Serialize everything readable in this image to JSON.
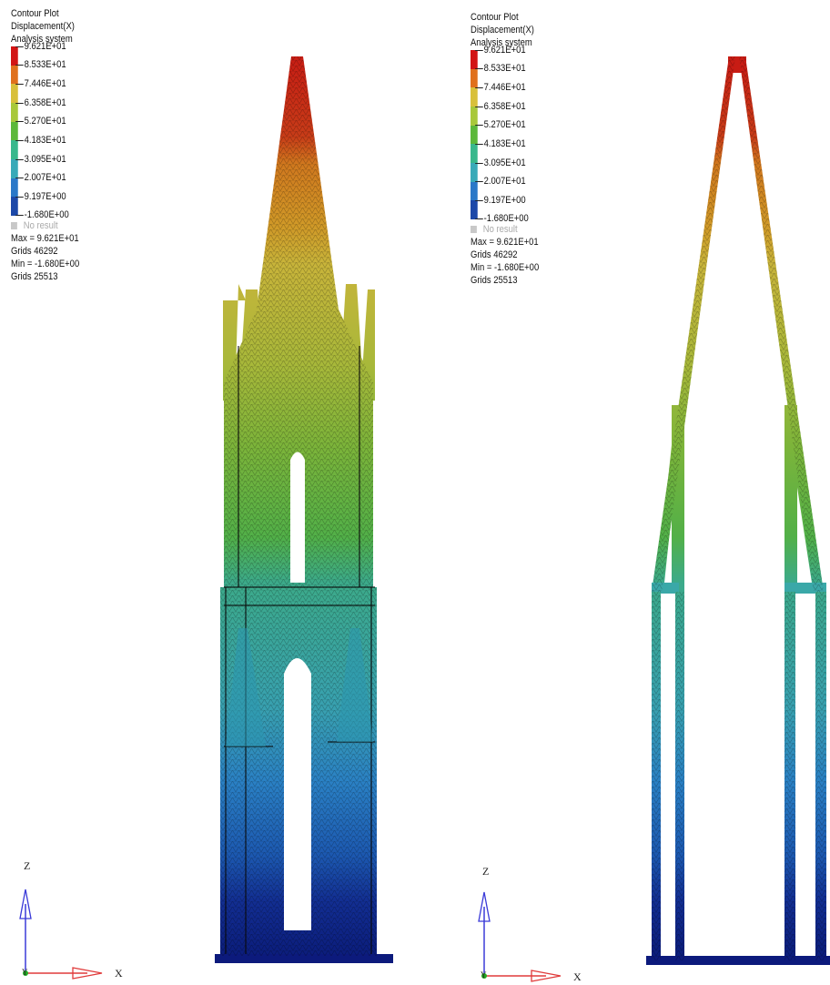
{
  "panels": [
    {
      "legend": {
        "title_lines": [
          "Contour Plot",
          "Displacement(X)",
          "Analysis system"
        ],
        "levels": [
          "9.621E+01",
          "8.533E+01",
          "7.446E+01",
          "6.358E+01",
          "5.270E+01",
          "4.183E+01",
          "3.095E+01",
          "2.007E+01",
          "9.197E+00",
          "-1.680E+00"
        ],
        "no_result": "No result",
        "max_line": "Max = 9.621E+01",
        "max_grid": "Grids 46292",
        "min_line": "Min = -1.680E+00",
        "min_grid": "Grids 25513"
      },
      "axis": {
        "z": "Z",
        "x": "X",
        "y": "Y"
      }
    },
    {
      "legend": {
        "title_lines": [
          "Contour Plot",
          "Displacement(X)",
          "Analysis system"
        ],
        "levels": [
          "9.621E+01",
          "8.533E+01",
          "7.446E+01",
          "6.358E+01",
          "5.270E+01",
          "4.183E+01",
          "3.095E+01",
          "2.007E+01",
          "9.197E+00",
          "-1.680E+00"
        ],
        "no_result": "No result",
        "max_line": "Max = 9.621E+01",
        "max_grid": "Grids 46292",
        "min_line": "Min = -1.680E+00",
        "min_grid": "Grids 25513"
      },
      "axis": {
        "z": "Z",
        "x": "X",
        "y": "Y"
      }
    }
  ],
  "colors": {
    "bands": [
      "#d21414",
      "#e0701c",
      "#d8c03a",
      "#a8c83a",
      "#5cb83a",
      "#38b88c",
      "#38aab8",
      "#2a78c8",
      "#1c48a8",
      "#0c1c80"
    ],
    "axis_z": "#3a3ad8",
    "axis_x": "#e03a3a",
    "axis_origin": "#22aa22"
  },
  "icons": {
    "axis": "axis-triad-icon",
    "no_result": "no-result-swatch-icon"
  }
}
